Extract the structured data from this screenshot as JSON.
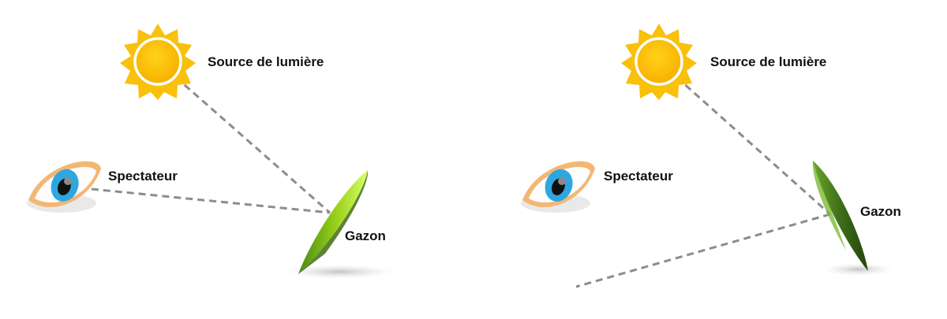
{
  "panels": [
    {
      "light_source_label": "Source de lumière",
      "viewer_label": "Spectateur",
      "lawn_label": "Gazon",
      "lawn_lit": true
    },
    {
      "light_source_label": "Source de lumière",
      "viewer_label": "Spectateur",
      "lawn_label": "Gazon",
      "lawn_lit": false
    }
  ],
  "colors": {
    "sun": "#f9c00c",
    "sun_center": "#fbb900",
    "lawn_lit": "#9ad11a",
    "lawn_dark": "#3f6e1a",
    "ray": "#8c8c8c",
    "iris": "#2ea7e0",
    "eyelid": "#f2b774"
  }
}
